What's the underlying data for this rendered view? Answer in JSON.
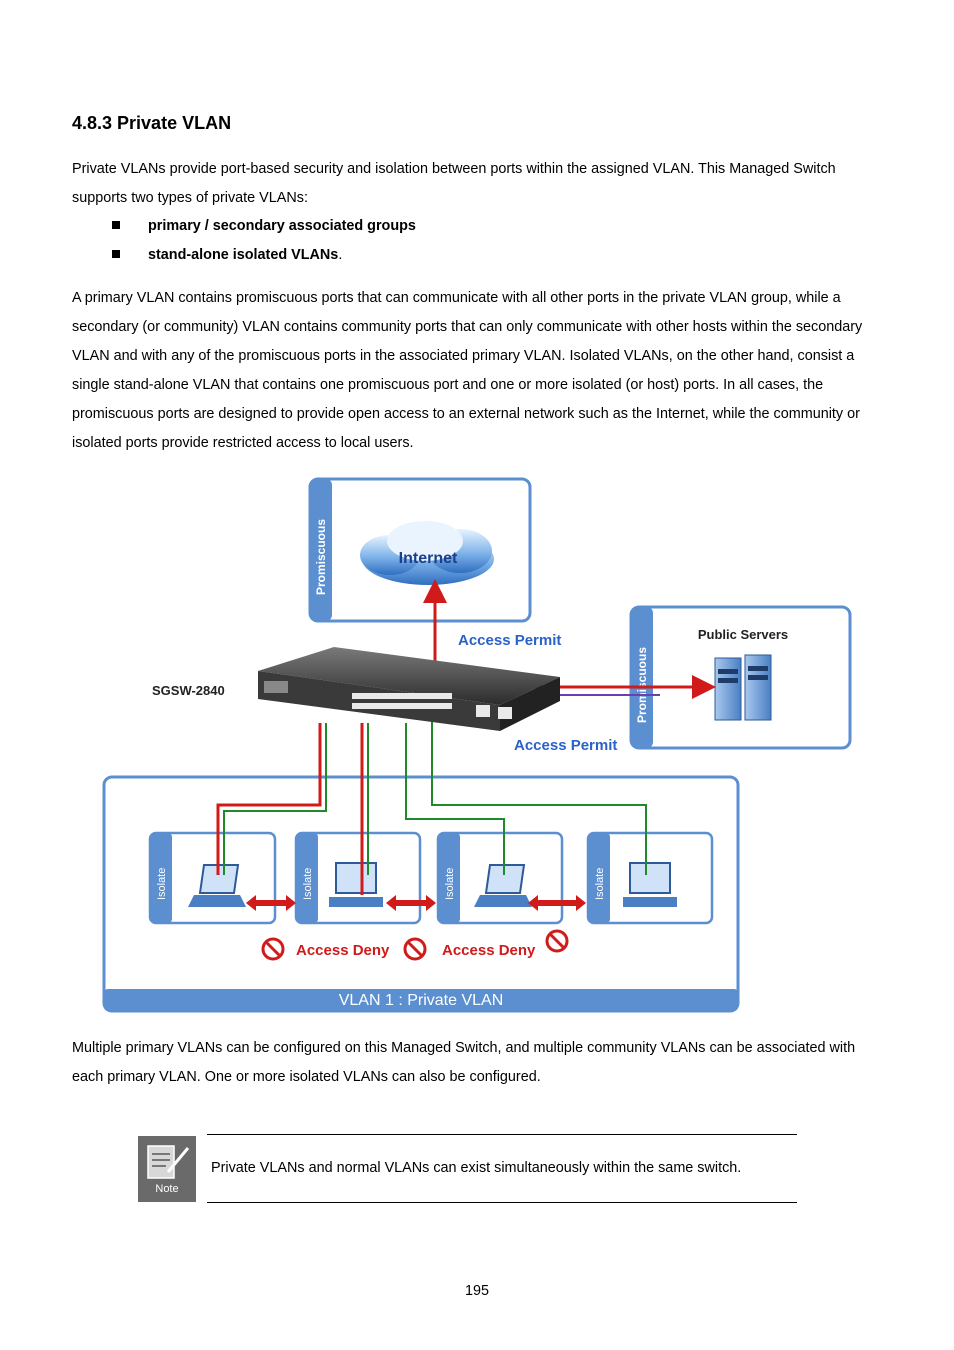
{
  "section": {
    "title": "4.8.3 Private VLAN"
  },
  "intro": {
    "text": "Private VLANs provide port-based security and isolation between ports within the assigned VLAN. This Managed Switch supports two types of private VLANs:"
  },
  "bullets": [
    {
      "label": "primary / secondary associated groups",
      "tail": ""
    },
    {
      "label": "stand-alone isolated VLANs",
      "tail": "."
    }
  ],
  "paragraph2": {
    "text": "A primary VLAN contains promiscuous ports that can communicate with all other ports in the private VLAN group, while a secondary (or community) VLAN contains community ports that can only communicate with other hosts within the secondary VLAN and with any of the promiscuous ports in the associated primary VLAN. Isolated VLANs, on the other hand, consist a single stand-alone VLAN that contains one promiscuous port and one or more isolated (or host) ports. In all cases, the promiscuous ports are designed to provide open access to an external network such as the Internet, while the community or isolated ports provide restricted access to local users."
  },
  "diagram": {
    "promiscuous_label": "Promiscuous",
    "internet_label": "Internet",
    "access_permit_label": "Access Permit",
    "switch_label": "SGSW-2840",
    "public_servers_label": "Public Servers",
    "isolate_label": "Isolate",
    "access_deny_label": "Access Deny",
    "vlan_label": "VLAN 1 : Private VLAN",
    "colors": {
      "blue": "#5b8fd0",
      "red": "#d11a1a",
      "green": "#1e8a2a",
      "title_blue": "#2b62c9"
    }
  },
  "paragraph3": {
    "text": "Multiple primary VLANs can be configured on this Managed Switch, and multiple community VLANs can be associated with each primary VLAN. One or more isolated VLANs can also be configured."
  },
  "note": {
    "icon_label": "Note",
    "text": "Private VLANs and normal VLANs can exist simultaneously within the same switch."
  },
  "page_number": "195"
}
